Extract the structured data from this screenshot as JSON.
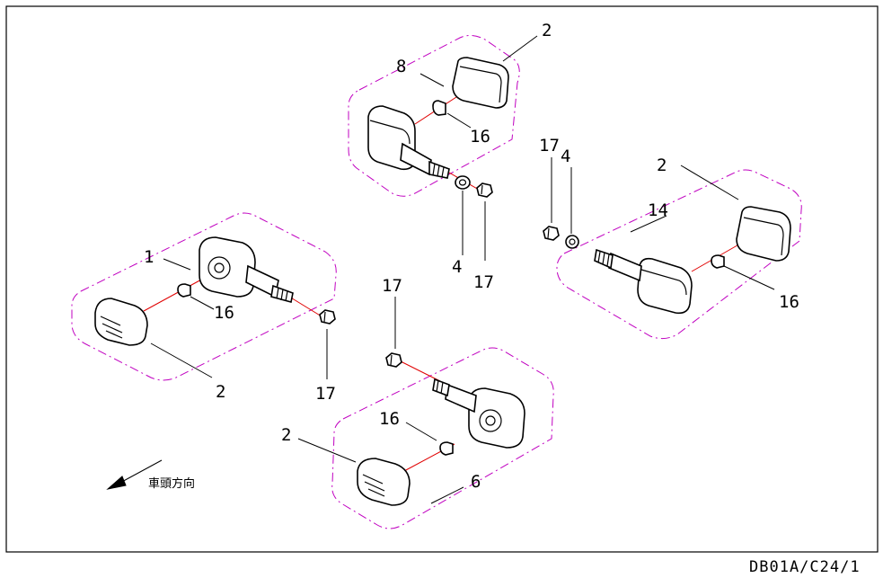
{
  "labels": {
    "group_front_left": "1",
    "group_rear_left": "8",
    "group_rear_right": "14",
    "group_front_right": "6",
    "lens": "2",
    "bulb": "16",
    "washer": "4",
    "nut": "17"
  },
  "direction_note": "車頭方向",
  "drawing_code": "DB01A/C24/1",
  "colors": {
    "group_outline": "#c000c0",
    "assembly_axis": "#e00000",
    "lines": "#000000"
  }
}
